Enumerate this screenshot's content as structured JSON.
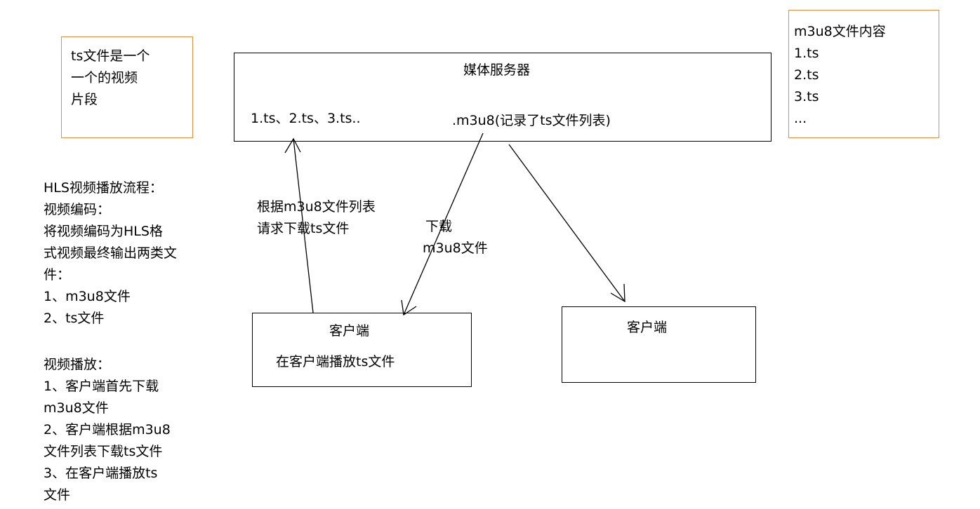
{
  "note_ts": {
    "lines": [
      "ts文件是一个",
      "一个的视频",
      "片段"
    ]
  },
  "server": {
    "title": "媒体服务器",
    "ts_files": "1.ts、2.ts、3.ts..",
    "m3u8_desc": ".m3u8(记录了ts文件列表)"
  },
  "note_m3u8": {
    "lines": [
      "m3u8文件内容",
      "1.ts",
      "2.ts",
      "3.ts",
      "..."
    ]
  },
  "process": {
    "lines": [
      "HLS视频播放流程：",
      "视频编码：",
      "将视频编码为HLS格",
      "式视频最终输出两类文",
      "件：",
      "1、m3u8文件",
      "2、ts文件",
      "",
      "视频播放：",
      "1、客户端首先下载",
      "m3u8文件",
      "2、客户端根据m3u8",
      "文件列表下载ts文件",
      "3、在客户端播放ts",
      "文件"
    ]
  },
  "edges": {
    "request_lines": [
      "根据m3u8文件列表",
      "请求下载ts文件"
    ],
    "download_lines": [
      "下载",
      "m3u8文件"
    ]
  },
  "client1": {
    "title": "客户端",
    "desc": "在客户端播放ts文件"
  },
  "client2": {
    "title": "客户端"
  },
  "colors": {
    "note_border": "#f08a3c",
    "box_border": "#000000"
  }
}
